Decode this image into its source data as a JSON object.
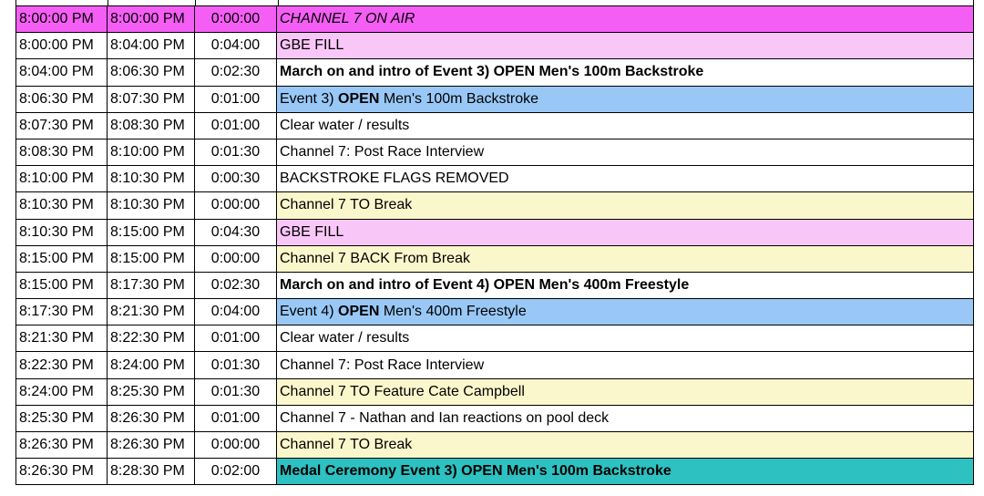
{
  "colors": {
    "magenta": "#f55ef5",
    "pink": "#f9c7f7",
    "white": "#ffffff",
    "blue": "#99c8f7",
    "yellow": "#fbf7cc",
    "teal": "#2ec1c1"
  },
  "rows": [
    {
      "start": "8:00:00 PM",
      "end": "8:00:00 PM",
      "duration": "0:00:00",
      "desc_pre": "CHANNEL 7 ON AIR",
      "desc_bold": "",
      "desc_post": "",
      "row_color": "magenta",
      "desc_color": "magenta",
      "style": "italic"
    },
    {
      "start": "8:00:00 PM",
      "end": "8:04:00 PM",
      "duration": "0:04:00",
      "desc_pre": "GBE FILL",
      "desc_bold": "",
      "desc_post": "",
      "row_color": "white",
      "desc_color": "pink",
      "style": ""
    },
    {
      "start": "8:04:00 PM",
      "end": "8:06:30 PM",
      "duration": "0:02:30",
      "desc_pre": "March on and intro of Event 3) OPEN Men's 100m Backstroke",
      "desc_bold": "",
      "desc_post": "",
      "row_color": "white",
      "desc_color": "white",
      "style": "bold"
    },
    {
      "start": "8:06:30 PM",
      "end": "8:07:30 PM",
      "duration": "0:01:00",
      "desc_pre": "Event 3) ",
      "desc_bold": "OPEN",
      "desc_post": " Men's 100m Backstroke",
      "row_color": "white",
      "desc_color": "blue",
      "style": ""
    },
    {
      "start": "8:07:30 PM",
      "end": "8:08:30 PM",
      "duration": "0:01:00",
      "desc_pre": "Clear water / results",
      "desc_bold": "",
      "desc_post": "",
      "row_color": "white",
      "desc_color": "white",
      "style": ""
    },
    {
      "start": "8:08:30 PM",
      "end": "8:10:00 PM",
      "duration": "0:01:30",
      "desc_pre": "Channel 7: Post Race Interview",
      "desc_bold": "",
      "desc_post": "",
      "row_color": "white",
      "desc_color": "white",
      "style": ""
    },
    {
      "start": "8:10:00 PM",
      "end": "8:10:30 PM",
      "duration": "0:00:30",
      "desc_pre": "BACKSTROKE FLAGS REMOVED",
      "desc_bold": "",
      "desc_post": "",
      "row_color": "white",
      "desc_color": "white",
      "style": ""
    },
    {
      "start": "8:10:30 PM",
      "end": "8:10:30 PM",
      "duration": "0:00:00",
      "desc_pre": "Channel 7 TO Break",
      "desc_bold": "",
      "desc_post": "",
      "row_color": "white",
      "desc_color": "yellow",
      "style": ""
    },
    {
      "start": "8:10:30 PM",
      "end": "8:15:00 PM",
      "duration": "0:04:30",
      "desc_pre": "GBE FILL",
      "desc_bold": "",
      "desc_post": "",
      "row_color": "white",
      "desc_color": "pink",
      "style": ""
    },
    {
      "start": "8:15:00 PM",
      "end": "8:15:00 PM",
      "duration": "0:00:00",
      "desc_pre": "Channel 7 BACK From Break",
      "desc_bold": "",
      "desc_post": "",
      "row_color": "white",
      "desc_color": "yellow",
      "style": ""
    },
    {
      "start": "8:15:00 PM",
      "end": "8:17:30 PM",
      "duration": "0:02:30",
      "desc_pre": "March on and intro of Event 4) OPEN Men's 400m Freestyle",
      "desc_bold": "",
      "desc_post": "",
      "row_color": "white",
      "desc_color": "white",
      "style": "bold"
    },
    {
      "start": "8:17:30 PM",
      "end": "8:21:30 PM",
      "duration": "0:04:00",
      "desc_pre": "Event 4) ",
      "desc_bold": "OPEN",
      "desc_post": " Men's 400m Freestyle",
      "row_color": "white",
      "desc_color": "blue",
      "style": ""
    },
    {
      "start": "8:21:30 PM",
      "end": "8:22:30 PM",
      "duration": "0:01:00",
      "desc_pre": "Clear water / results",
      "desc_bold": "",
      "desc_post": "",
      "row_color": "white",
      "desc_color": "white",
      "style": ""
    },
    {
      "start": "8:22:30 PM",
      "end": "8:24:00 PM",
      "duration": "0:01:30",
      "desc_pre": "Channel 7: Post Race Interview",
      "desc_bold": "",
      "desc_post": "",
      "row_color": "white",
      "desc_color": "white",
      "style": ""
    },
    {
      "start": "8:24:00 PM",
      "end": "8:25:30 PM",
      "duration": "0:01:30",
      "desc_pre": "Channel 7 TO Feature Cate Campbell",
      "desc_bold": "",
      "desc_post": "",
      "row_color": "white",
      "desc_color": "yellow",
      "style": ""
    },
    {
      "start": "8:25:30 PM",
      "end": "8:26:30 PM",
      "duration": "0:01:00",
      "desc_pre": "Channel 7 - Nathan and Ian reactions on pool deck",
      "desc_bold": "",
      "desc_post": "",
      "row_color": "white",
      "desc_color": "white",
      "style": ""
    },
    {
      "start": "8:26:30 PM",
      "end": "8:26:30 PM",
      "duration": "0:00:00",
      "desc_pre": "Channel 7 TO Break",
      "desc_bold": "",
      "desc_post": "",
      "row_color": "white",
      "desc_color": "yellow",
      "style": ""
    },
    {
      "start": "8:26:30 PM",
      "end": "8:28:30 PM",
      "duration": "0:02:00",
      "desc_pre": "Medal Ceremony Event 3) OPEN Men's 100m Backstroke",
      "desc_bold": "",
      "desc_post": "",
      "row_color": "white",
      "desc_color": "teal",
      "style": "bold"
    }
  ]
}
